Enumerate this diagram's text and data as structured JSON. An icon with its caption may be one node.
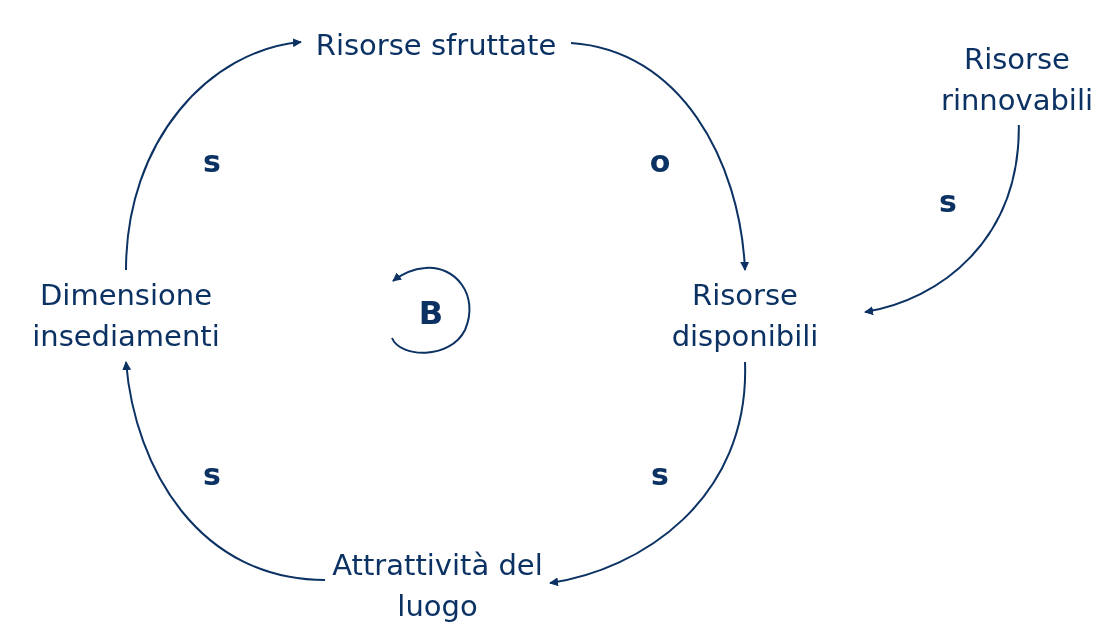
{
  "diagram": {
    "nodes": [
      {
        "text": [
          "Risorse sfruttate"
        ]
      },
      {
        "text": [
          "Risorse rinnovabili"
        ]
      },
      {
        "text": [
          "Dimensione insediamenti"
        ]
      },
      {
        "text": [
          "Risorse disponibili"
        ]
      },
      {
        "text": [
          "Attrattività del luogo"
        ]
      }
    ],
    "edges": [
      {
        "from": 0,
        "to": 3,
        "arrow": "to",
        "label": "o"
      },
      {
        "from": 1,
        "to": 3,
        "arrow": "to",
        "label": "s"
      },
      {
        "from": 3,
        "to": 4,
        "arrow": "to",
        "label": "s"
      },
      {
        "from": 4,
        "to": 2,
        "arrow": "to",
        "label": "s"
      },
      {
        "from": 2,
        "to": 0,
        "arrow": "to",
        "label": "s"
      }
    ],
    "labels": [
      "B"
    ]
  }
}
